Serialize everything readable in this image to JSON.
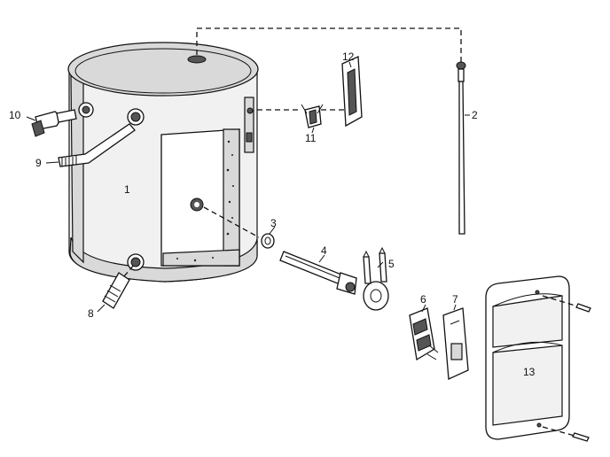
{
  "diagram": {
    "parts": [
      {
        "id": "tank",
        "number": "1"
      },
      {
        "id": "anode-rod",
        "number": "2"
      },
      {
        "id": "gasket",
        "number": "3"
      },
      {
        "id": "heating-element",
        "number": "4"
      },
      {
        "id": "bracket",
        "number": "5"
      },
      {
        "id": "thermostat",
        "number": "6"
      },
      {
        "id": "insulation-pad",
        "number": "7"
      },
      {
        "id": "inlet-nipple",
        "number": "8"
      },
      {
        "id": "outlet-nipple",
        "number": "9"
      },
      {
        "id": "drain-valve",
        "number": "10"
      },
      {
        "id": "terminal-block",
        "number": "11"
      },
      {
        "id": "junction-cover",
        "number": "12"
      },
      {
        "id": "access-cover",
        "number": "13"
      }
    ]
  }
}
